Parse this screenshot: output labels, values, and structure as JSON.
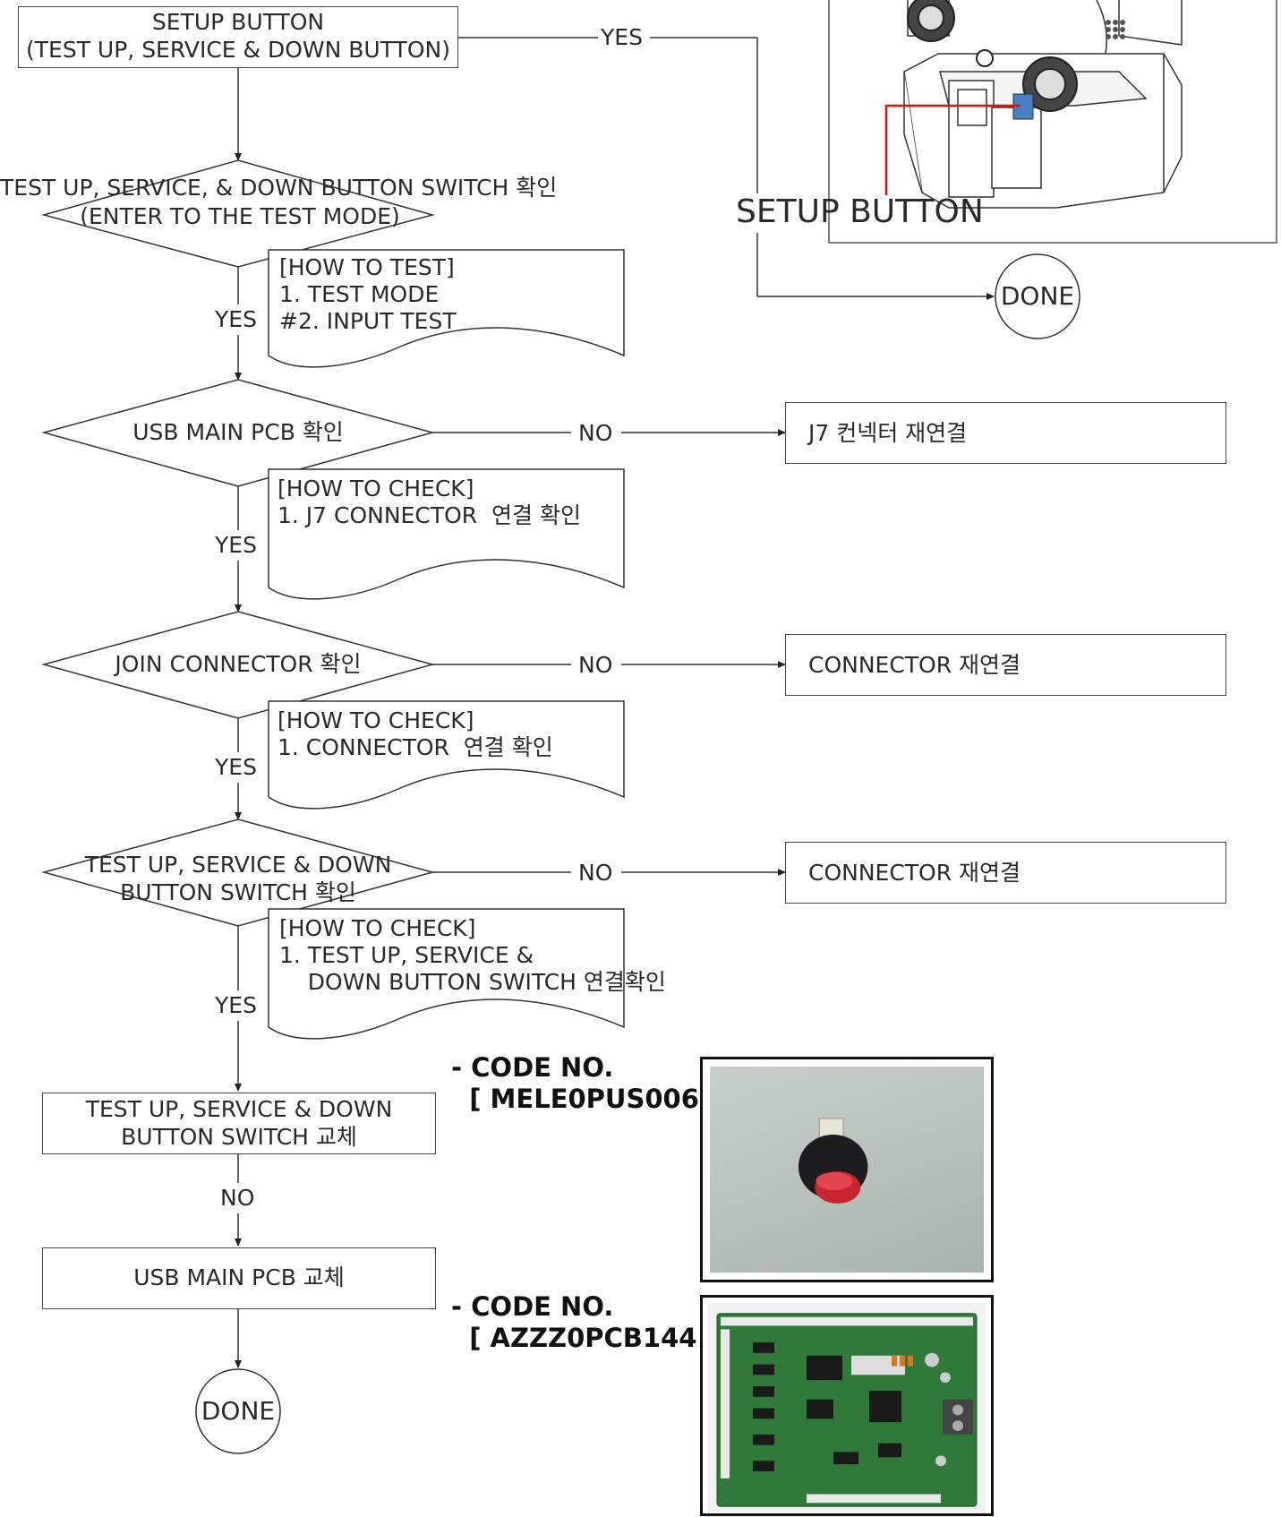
{
  "nodes": {
    "setup_box": [
      "SETUP BUTTON",
      "(TEST UP, SERVICE & DOWN BUTTON)"
    ],
    "d1": [
      "TEST UP, SERVICE, & DOWN BUTTON SWITCH 확인",
      "(ENTER TO THE TEST MODE)"
    ],
    "d2": "USB MAIN PCB 확인",
    "d3": "JOIN CONNECTOR 확인",
    "d4": [
      "TEST UP, SERVICE & DOWN",
      "BUTTON SWITCH 확인"
    ],
    "replace_switch": [
      "TEST UP, SERVICE & DOWN",
      "BUTTON SWITCH 교체"
    ],
    "replace_pcb": "USB MAIN PCB 교체",
    "done_bottom": "DONE",
    "done_top": "DONE",
    "fix_j7": "J7 컨넥터 재연결",
    "fix_conn1": "CONNECTOR 재연결",
    "fix_conn2": "CONNECTOR 재연결"
  },
  "labels": {
    "yes_top": "YES",
    "yes1": "YES",
    "yes2": "YES",
    "yes3": "YES",
    "yes4": "YES",
    "no1": "NO",
    "no2": "NO",
    "no3": "NO",
    "no4": "NO"
  },
  "notes": {
    "n1": "[HOW TO TEST]\n1. TEST MODE\n#2. INPUT TEST",
    "n2": "[HOW TO CHECK]\n1. J7 CONNECTOR  연결 확인",
    "n3": "[HOW TO CHECK]\n1. CONNECTOR  연결 확인",
    "n4": "[HOW TO CHECK]\n1. TEST UP, SERVICE &\n    DOWN BUTTON SWITCH 연결확인"
  },
  "cabinet": {
    "caption": "SETUP BUTTON"
  },
  "parts": {
    "switch_code": "- CODE NO.\n  [ MELE0PUS006 ]",
    "pcb_code": "- CODE NO.\n  [ AZZZ0PCB144 ]"
  }
}
